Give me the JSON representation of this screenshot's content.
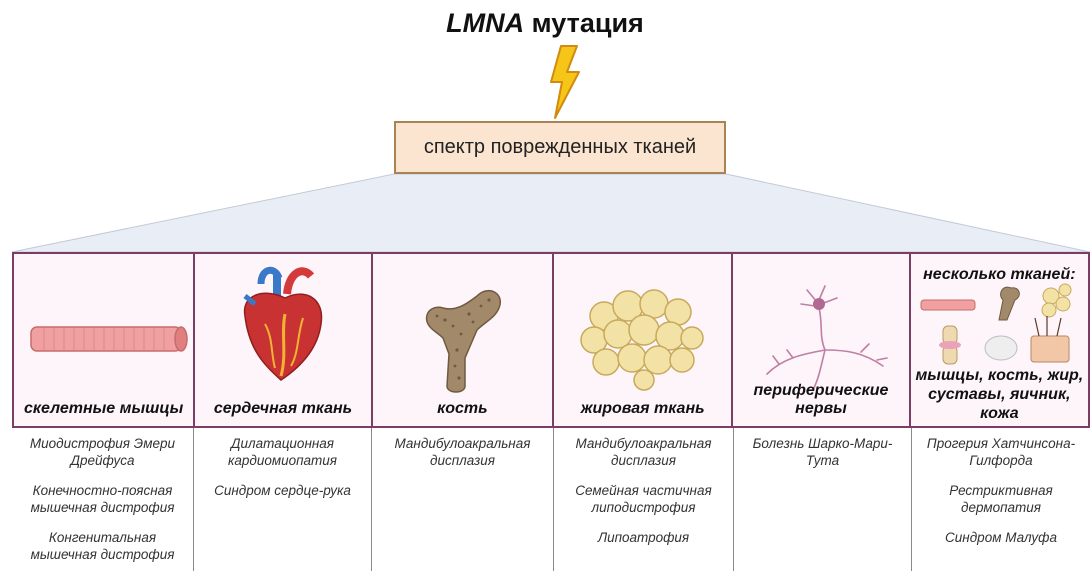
{
  "header": {
    "gene": "LMNA",
    "title_rest": " мутация",
    "spectrum": "спектр поврежденных тканей"
  },
  "tissues": [
    {
      "label": "скелетные мышцы",
      "icon": "muscle-icon"
    },
    {
      "label": "сердечная ткань",
      "icon": "heart-icon"
    },
    {
      "label": "кость",
      "icon": "bone-icon"
    },
    {
      "label": "жировая ткань",
      "icon": "fat-cells-icon"
    },
    {
      "label": "периферические нервы",
      "icon": "neuron-icon"
    },
    {
      "label_top": "несколько тканей:",
      "label": "мышцы, кость, жир, суставы, яичник, кожа",
      "icon": "multi-tissue-icon"
    }
  ],
  "diseases": [
    [
      "Миодистрофия Эмери Дрейфуса",
      "Конечностно-поясная мышечная дистрофия",
      "Конгенитальная мышечная дистрофия"
    ],
    [
      "Дилатационная кардиомиопатия",
      "Синдром сердце-рука"
    ],
    [
      "Мандибулоакральная дисплазия"
    ],
    [
      "Мандибулоакральная дисплазия",
      "Семейная частичная липодистрофия",
      "Липоатрофия"
    ],
    [
      "Болезнь Шарко-Мари-Тута"
    ],
    [
      "Прогерия Хатчинсона-Гилфорда",
      "Рестриктивная дермопатия",
      "Синдром Малуфа"
    ]
  ],
  "colors": {
    "border": "#7b3d63",
    "box_fill": "#fbe5d0",
    "bolt": "#f5c518",
    "fan": "#e7ecf5"
  }
}
